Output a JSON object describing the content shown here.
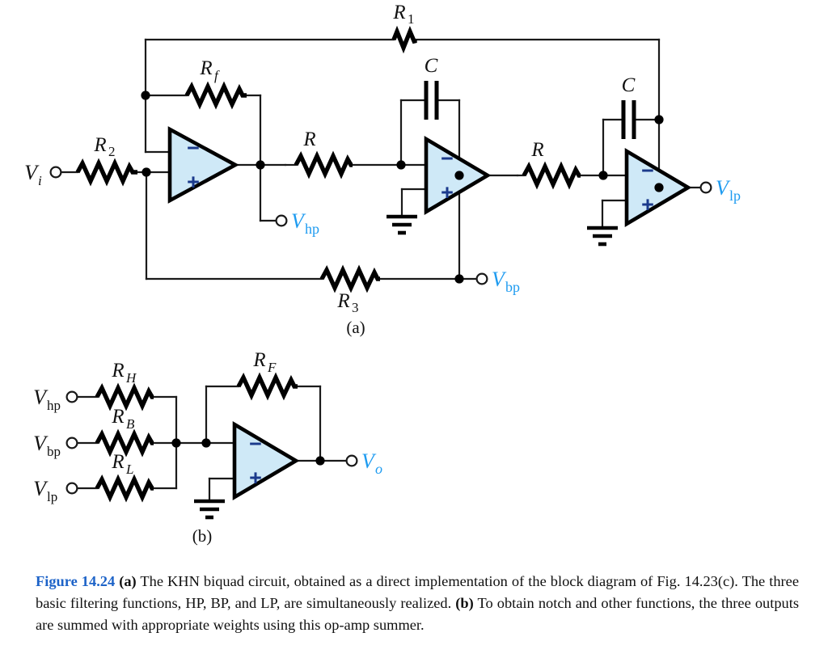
{
  "figure": {
    "number": "Figure 14.24",
    "caption_parts": {
      "a_tag": "(a)",
      "a_text": " The KHN biquad circuit, obtained as a direct implementation of the block diagram of Fig. 14.23(c). The three basic filtering functions, HP, BP, and LP, are simultaneously realized. ",
      "b_tag": "(b)",
      "b_text": " To obtain notch and other functions, the three outputs are summed with appropriate weights using this op-amp summer."
    },
    "panel_a_label": "(a)",
    "panel_b_label": "(b)"
  },
  "colors": {
    "signal_blue": "#1e9bf0",
    "figure_number_blue": "#1d63c8",
    "opamp_fill": "#cfe9f7",
    "opamp_sign": "#1b3a8c",
    "wire_black": "#1a1a1a"
  },
  "panel_a": {
    "inputs": [
      {
        "name": "vi",
        "base": "V",
        "sub": "i",
        "sub_italic": true
      }
    ],
    "outputs": [
      {
        "name": "vhp",
        "base": "V",
        "sub": "hp",
        "sub_italic": false
      },
      {
        "name": "vbp",
        "base": "V",
        "sub": "bp",
        "sub_italic": false
      },
      {
        "name": "vlp",
        "base": "V",
        "sub": "lp",
        "sub_italic": false
      }
    ],
    "components": [
      {
        "name": "r1",
        "type": "resistor",
        "base": "R",
        "sub": "1",
        "sub_italic": false
      },
      {
        "name": "r2",
        "type": "resistor",
        "base": "R",
        "sub": "2",
        "sub_italic": false
      },
      {
        "name": "r3",
        "type": "resistor",
        "base": "R",
        "sub": "3",
        "sub_italic": false
      },
      {
        "name": "rf",
        "type": "resistor",
        "base": "R",
        "sub": "f",
        "sub_italic": true
      },
      {
        "name": "r-int1",
        "type": "resistor",
        "base": "R",
        "sub": "",
        "sub_italic": false
      },
      {
        "name": "r-int2",
        "type": "resistor",
        "base": "R",
        "sub": "",
        "sub_italic": false
      },
      {
        "name": "c-int1",
        "type": "capacitor",
        "base": "C",
        "sub": "",
        "sub_italic": false
      },
      {
        "name": "c-int2",
        "type": "capacitor",
        "base": "C",
        "sub": "",
        "sub_italic": false
      }
    ],
    "opamps": [
      {
        "name": "opamp-summer",
        "minus": "−",
        "plus": "+",
        "minus_on_top": true,
        "grounded": false
      },
      {
        "name": "opamp-integrator-1",
        "minus": "−",
        "plus": "+",
        "minus_on_top": true,
        "grounded": true
      },
      {
        "name": "opamp-integrator-2",
        "minus": "−",
        "plus": "+",
        "minus_on_top": true,
        "grounded": true
      }
    ]
  },
  "panel_b": {
    "inputs": [
      {
        "name": "vhp",
        "base": "V",
        "sub": "hp",
        "sub_italic": false
      },
      {
        "name": "vbp",
        "base": "V",
        "sub": "bp",
        "sub_italic": false
      },
      {
        "name": "vlp",
        "base": "V",
        "sub": "lp",
        "sub_italic": false
      }
    ],
    "outputs": [
      {
        "name": "vo",
        "base": "V",
        "sub": "o",
        "sub_italic": true
      }
    ],
    "components": [
      {
        "name": "rh",
        "type": "resistor",
        "base": "R",
        "sub": "H",
        "sub_italic": true
      },
      {
        "name": "rb",
        "type": "resistor",
        "base": "R",
        "sub": "B",
        "sub_italic": true
      },
      {
        "name": "rl",
        "type": "resistor",
        "base": "R",
        "sub": "L",
        "sub_italic": true
      },
      {
        "name": "rfb",
        "type": "resistor",
        "base": "R",
        "sub": "F",
        "sub_italic": true
      }
    ],
    "opamps": [
      {
        "name": "opamp-summer-b",
        "minus": "−",
        "plus": "+",
        "minus_on_top": true,
        "grounded": true
      }
    ]
  }
}
